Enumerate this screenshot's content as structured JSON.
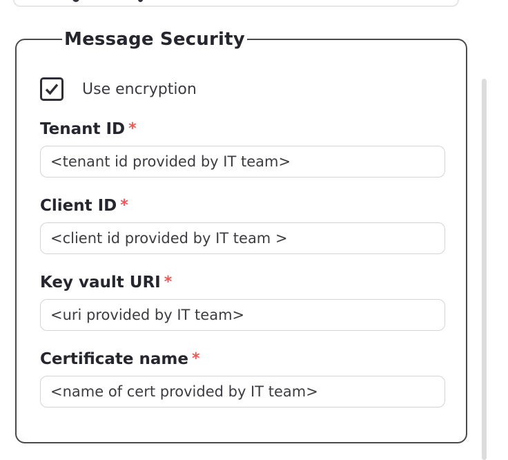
{
  "form": {
    "section_title": "Message Security",
    "required_marker": "*",
    "encryption": {
      "label": "Use encryption",
      "checked": true
    },
    "fields": [
      {
        "label": "Tenant ID",
        "required": true,
        "value": "<tenant id provided by IT team>"
      },
      {
        "label": "Client ID",
        "required": true,
        "value": "<client id provided by IT team >"
      },
      {
        "label": "Key vault URI",
        "required": true,
        "value": "<uri provided by IT team>"
      },
      {
        "label": "Certificate name",
        "required": true,
        "value": "<name of cert provided by IT team>"
      }
    ]
  },
  "colors": {
    "required_asterisk": "#f25555",
    "label_text": "#26262e",
    "input_text": "#3c3c42",
    "input_border": "#d4d4d4",
    "fieldset_border": "#4a4a4a",
    "scrollbar_thumb": "#dcdcdc"
  }
}
